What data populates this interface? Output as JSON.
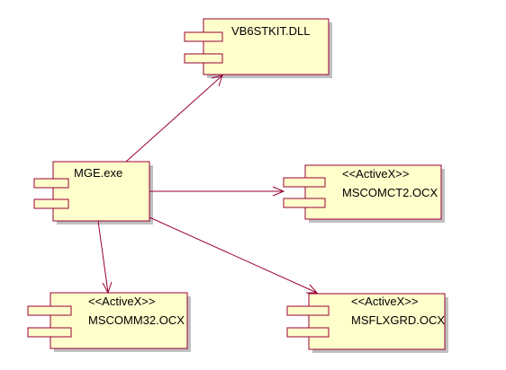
{
  "diagram": {
    "type": "uml-component-diagram",
    "colors": {
      "component_fill": "#ffffcc",
      "component_stroke": "#990033",
      "shadow": "#c0c0c0",
      "dependency": "#990033"
    },
    "components": {
      "vb6stkit": {
        "stereotype": "",
        "name": "VB6STKIT.DLL"
      },
      "mge": {
        "stereotype": "",
        "name": "MGE.exe"
      },
      "mscomct2": {
        "stereotype": "<<ActiveX>>",
        "name": "MSCOMCT2.OCX"
      },
      "mscomm32": {
        "stereotype": "<<ActiveX>>",
        "name": "MSCOMM32.OCX"
      },
      "msflxgrd": {
        "stereotype": "<<ActiveX>>",
        "name": "MSFLXGRD.OCX"
      }
    },
    "dependencies": [
      {
        "from": "MGE.exe",
        "to": "VB6STKIT.DLL"
      },
      {
        "from": "MGE.exe",
        "to": "MSCOMCT2.OCX"
      },
      {
        "from": "MGE.exe",
        "to": "MSCOMM32.OCX"
      },
      {
        "from": "MGE.exe",
        "to": "MSFLXGRD.OCX"
      }
    ]
  }
}
